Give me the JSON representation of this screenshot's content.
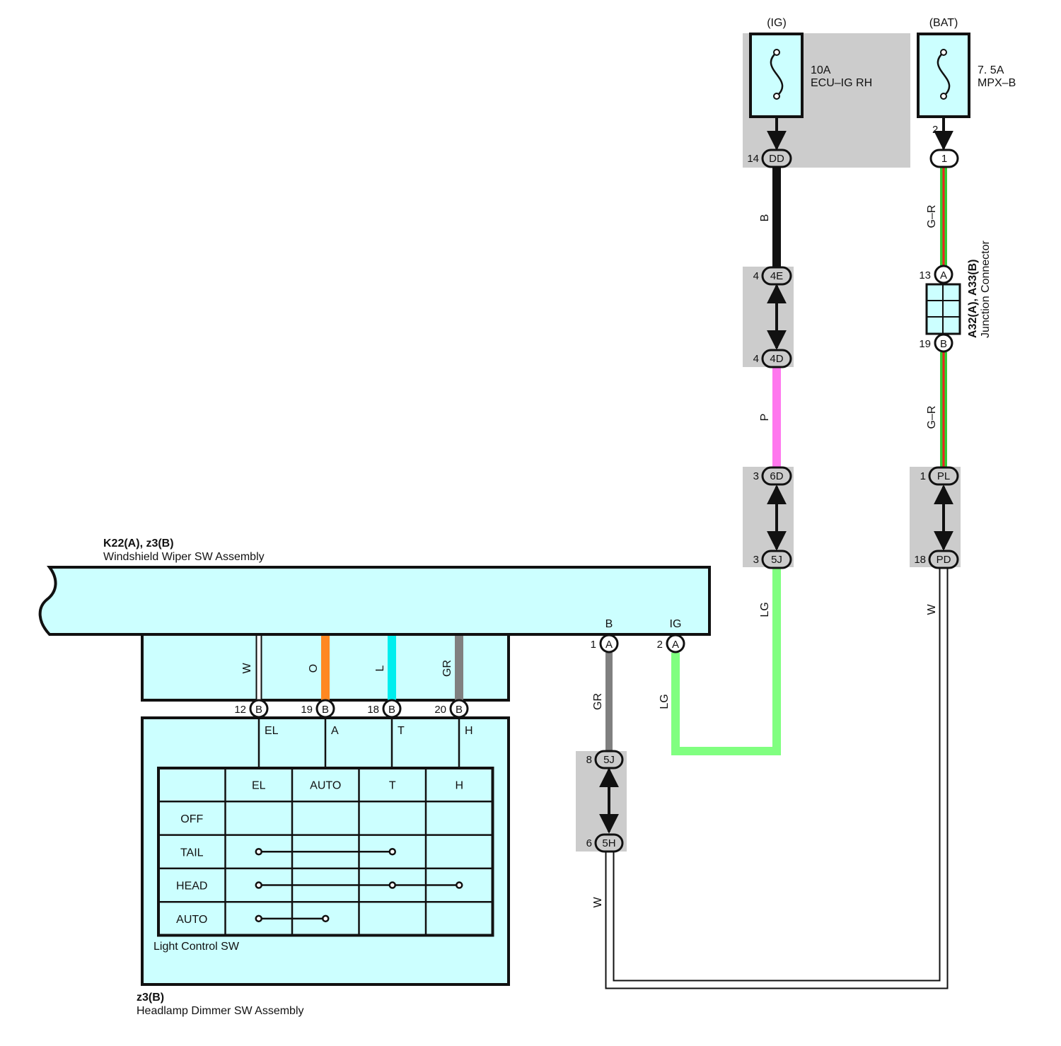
{
  "colors": {
    "component_fill": "#ccffff",
    "splice_gray": "#cccccc",
    "outline": "#111111",
    "wire_black": "#111111",
    "wire_pink": "#ff77ee",
    "wire_lightgreen": "#80ff80",
    "wire_green": "#33cc33",
    "wire_red": "#ee2222",
    "wire_gray": "#808080",
    "wire_orange": "#ff8822",
    "wire_blue": "#00eeee",
    "wire_white": "#ffffff"
  },
  "fuse_ig": {
    "source": "(IG)",
    "rating": "10A",
    "name": "ECU–IG RH"
  },
  "fuse_bat": {
    "source": "(BAT)",
    "rating": "7. 5A",
    "name": "MPX–B",
    "pin": "2"
  },
  "connectors": {
    "dd": {
      "pin": "14",
      "code": "DD"
    },
    "c1": {
      "code": "1"
    },
    "e4": {
      "pin": "4",
      "code": "4E"
    },
    "d4": {
      "pin": "4",
      "code": "4D"
    },
    "d6": {
      "pin": "3",
      "code": "6D"
    },
    "j5_top": {
      "pin": "3",
      "code": "5J"
    },
    "pl": {
      "pin": "1",
      "code": "PL"
    },
    "pd": {
      "pin": "18",
      "code": "PD"
    },
    "ja": {
      "pin": "13",
      "code": "A"
    },
    "jb": {
      "pin": "19",
      "code": "B"
    },
    "a1": {
      "pin": "1",
      "code": "A",
      "signal": "B"
    },
    "a2": {
      "pin": "2",
      "code": "A",
      "signal": "IG"
    },
    "b12": {
      "pin": "12",
      "code": "B",
      "signal": "EL"
    },
    "b19": {
      "pin": "19",
      "code": "B",
      "signal": "A"
    },
    "b18": {
      "pin": "18",
      "code": "B",
      "signal": "T"
    },
    "b20": {
      "pin": "20",
      "code": "B",
      "signal": "H"
    },
    "j5_low": {
      "pin": "8",
      "code": "5J"
    },
    "h5": {
      "pin": "6",
      "code": "5H"
    }
  },
  "wires": {
    "b_top": "B",
    "p": "P",
    "lg_right": "LG",
    "gr_top": "G–R",
    "gr_bottom": "G–R",
    "w_right": "W",
    "gr_b": "GR",
    "lg_left": "LG",
    "w_bottom": "W",
    "w_inner": "W",
    "o_inner": "O",
    "l_inner": "L",
    "gr_inner": "GR"
  },
  "junction": {
    "id": "A32(A), A33(B)",
    "name": "Junction Connector"
  },
  "wiper_assembly": {
    "id": "K22(A), z3(B)",
    "name": "Windshield Wiper SW Assembly"
  },
  "dimmer_assembly": {
    "id": "z3(B)",
    "name": "Headlamp Dimmer SW Assembly"
  },
  "switch": {
    "name": "Light Control SW",
    "columns": [
      "EL",
      "AUTO",
      "T",
      "H"
    ],
    "rows": [
      {
        "label": "OFF",
        "connected": []
      },
      {
        "label": "TAIL",
        "connected": [
          "EL",
          "T"
        ]
      },
      {
        "label": "HEAD",
        "connected": [
          "EL",
          "T",
          "H"
        ]
      },
      {
        "label": "AUTO",
        "connected": [
          "EL",
          "AUTO"
        ]
      }
    ]
  }
}
